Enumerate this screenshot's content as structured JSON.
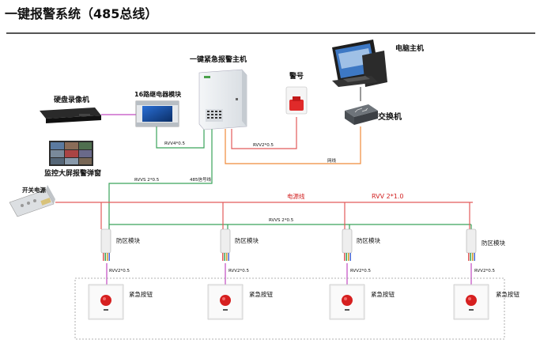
{
  "title": "一键报警系统（485总线）",
  "labels": {
    "host": "一键紧急报警主机",
    "pc": "电脑主机",
    "siren": "警号",
    "nvr": "硬盘录像机",
    "relay": "16路继电器模块",
    "switch": "交换机",
    "monitor": "监控大屏报警弹窗",
    "power": "开关电源",
    "zone": "防区模块",
    "button": "紧急按钮"
  },
  "cables": {
    "rvv4": "RVV4*0.5",
    "rvv2_siren": "RVV2*0.5",
    "network": "网线",
    "rvvs_left": "RVVS 2*0.5",
    "bus485": "485信号线",
    "power_line": "电源线",
    "rvv2x1": "RVV 2*1.0",
    "rvvs_bus": "RVVS 2*0.5",
    "rvv2_btn": "RVV2*0.5"
  },
  "colors": {
    "power": "#e25a5a",
    "bus": "#3aa35a",
    "network": "#ef8a3a",
    "relay_link": "#c04ac0",
    "drop": "#c04ac0",
    "red_text": "#d22222"
  },
  "zones": [
    "1",
    "2",
    "3",
    "4"
  ]
}
